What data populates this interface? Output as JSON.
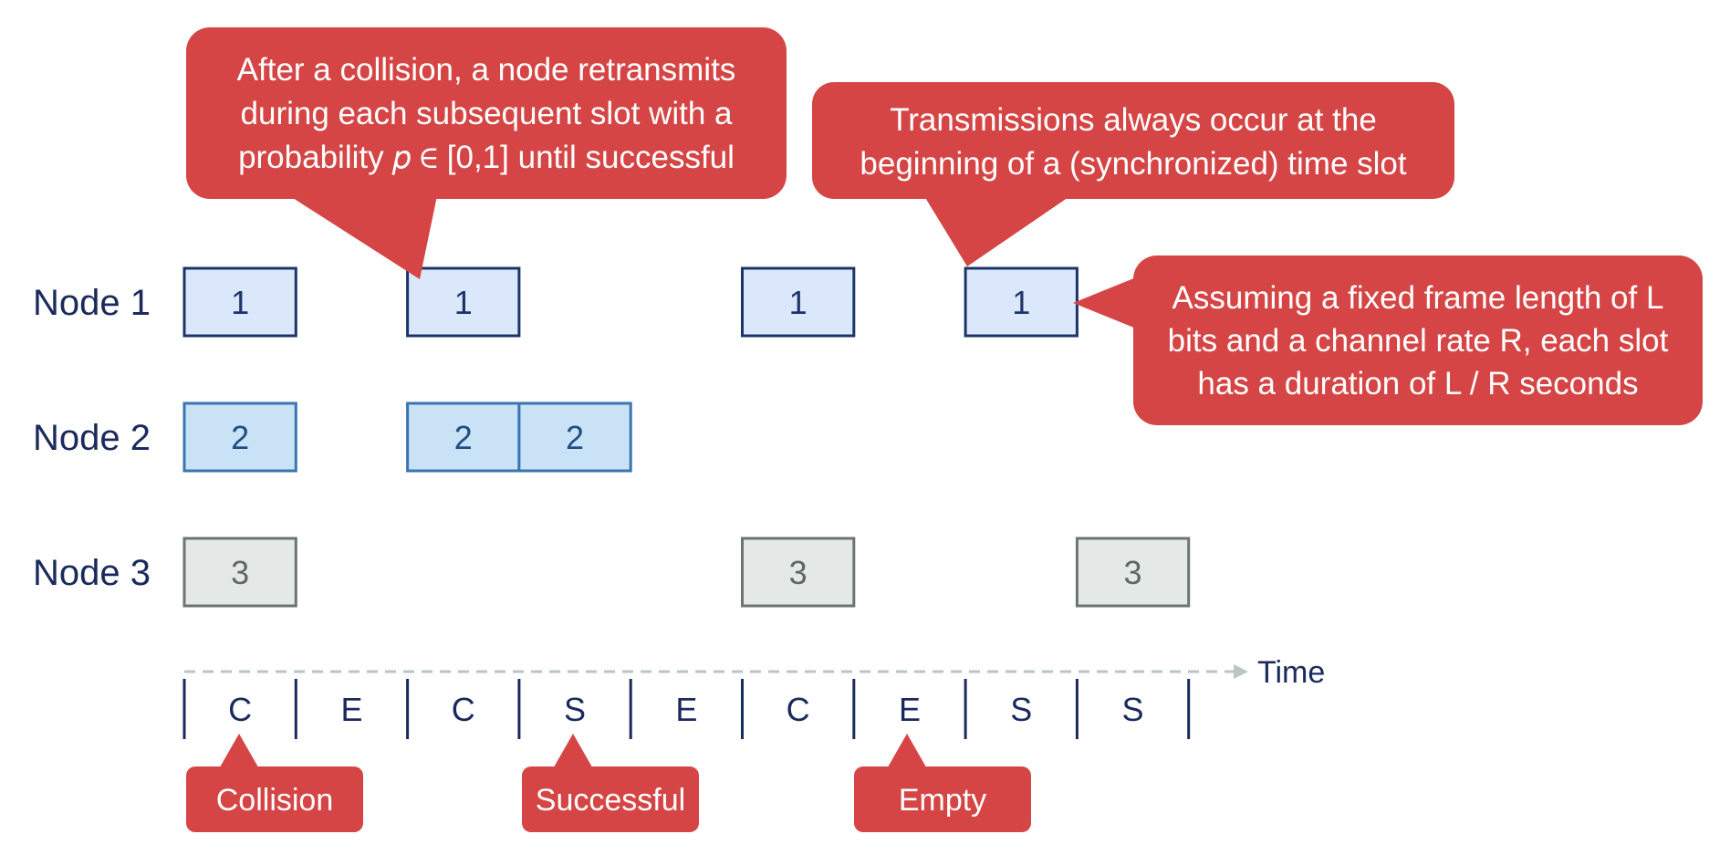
{
  "colors": {
    "callout": "#d64545",
    "label": "#1b2a5c",
    "node1_fill": "#dbe7fb",
    "node1_stroke": "#1c3568",
    "node2_fill": "#c9e2f6",
    "node2_stroke": "#3a75b0",
    "node3_fill": "#e4e8e6",
    "node3_stroke": "#6b7572",
    "axis": "#b9c6c6"
  },
  "nodes": [
    {
      "label": "Node 1",
      "frame_text": "1",
      "slots": [
        0,
        2,
        5,
        7
      ]
    },
    {
      "label": "Node 2",
      "frame_text": "2",
      "slots": [
        0,
        2,
        3
      ]
    },
    {
      "label": "Node 3",
      "frame_text": "3",
      "slots": [
        0,
        5,
        8
      ]
    }
  ],
  "slot_outcomes": [
    "C",
    "E",
    "C",
    "S",
    "E",
    "C",
    "E",
    "S",
    "S"
  ],
  "time_label": "Time",
  "callouts": {
    "collision_retransmit": [
      "After a collision, a node retransmits",
      "during each subsequent slot with a",
      "probability 𝑝 ∈ [0,1] until successful"
    ],
    "transmission_timing": [
      "Transmissions always occur at the",
      "beginning of a (synchronized) time slot"
    ],
    "slot_duration": [
      "Assuming a fixed frame length of L",
      "bits and a channel rate R, each slot",
      "has a duration of L / R seconds"
    ]
  },
  "legend": {
    "collision": "Collision",
    "successful": "Successful",
    "empty": "Empty"
  }
}
